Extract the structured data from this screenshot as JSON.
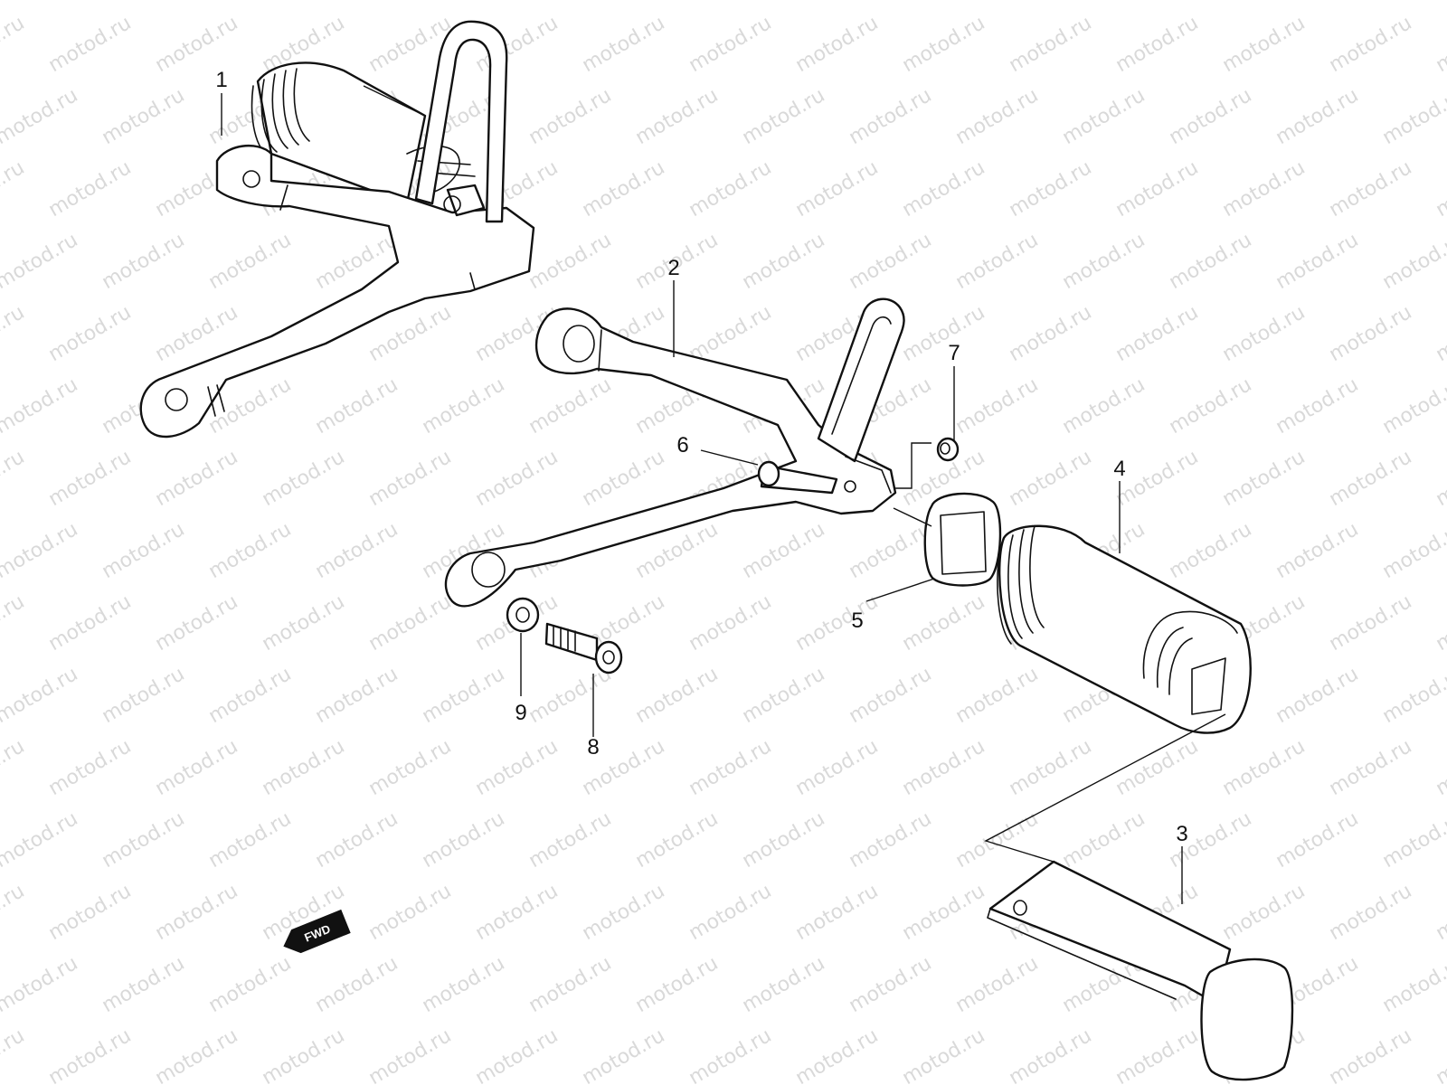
{
  "watermark": {
    "text": "motod.ru",
    "color": "#d9d9d9"
  },
  "callouts": {
    "c1": "1",
    "c2": "2",
    "c3": "3",
    "c4": "4",
    "c5": "5",
    "c6": "6",
    "c7": "7",
    "c8": "8",
    "c9": "9"
  },
  "direction_badge": {
    "label": "FWD",
    "icon": "left-arrow-icon"
  },
  "colors": {
    "ink": "#111111",
    "background": "#ffffff"
  }
}
